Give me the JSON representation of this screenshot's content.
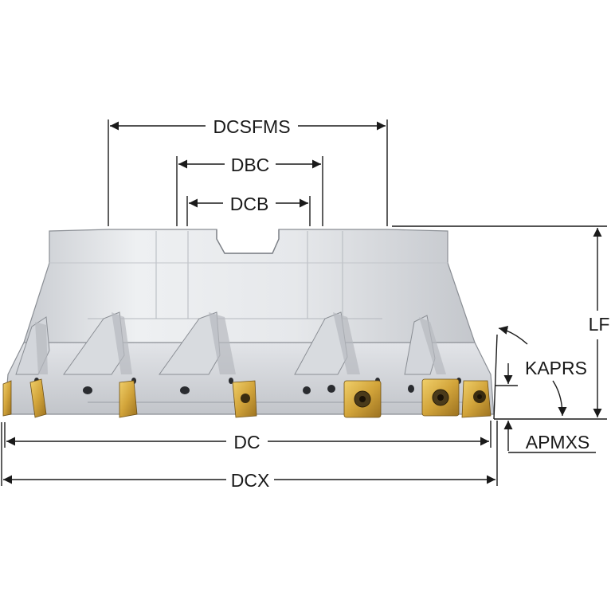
{
  "diagram": {
    "labels": {
      "dcsfms": "DCSFMS",
      "dbc": "DBC",
      "dcb": "DCB",
      "lf": "LF",
      "kaprs": "KAPRS",
      "apmxs": "APMXS",
      "dc": "DC",
      "dcx": "DCX"
    },
    "colors": {
      "body_light": "#eceef1",
      "body_mid": "#d4d7dc",
      "body_dark": "#a9adb3",
      "edge": "#8a8e94",
      "insert_gold": "#d2a43a",
      "insert_gold_dark": "#9c7220",
      "dimension_line": "#1a1a1a"
    }
  }
}
